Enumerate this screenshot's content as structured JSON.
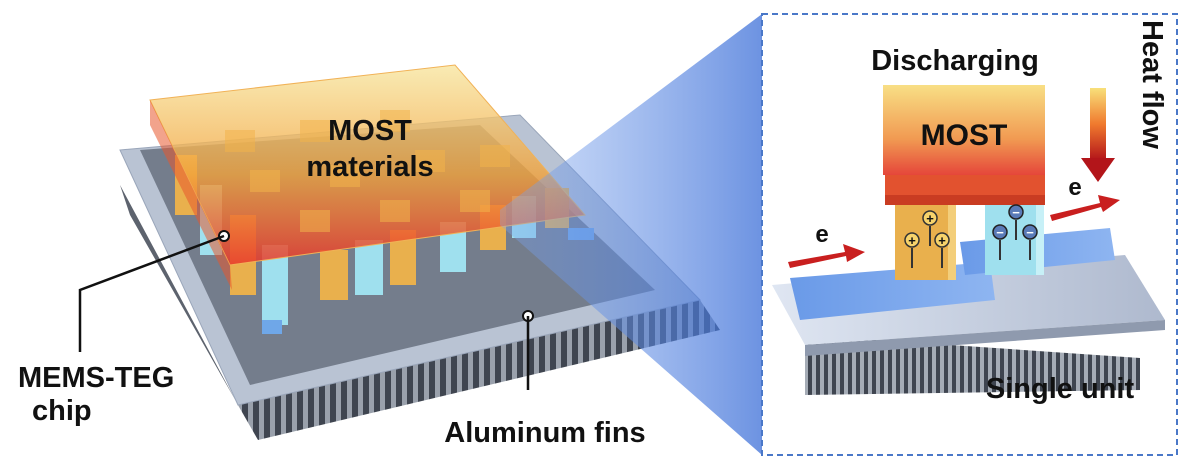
{
  "left_view": {
    "most_label_line1": "MOST",
    "most_label_line2": "materials",
    "chip_label_line1": "MEMS-TEG",
    "chip_label_line2": "chip",
    "fins_label": "Aluminum fins"
  },
  "right_view": {
    "mode_label": "Discharging",
    "most_block_label": "MOST",
    "heat_flow_label": "Heat flow",
    "electron_in_label": "e",
    "electron_out_label": "e",
    "unit_label": "Single unit",
    "p_carrier_symbol": "+",
    "n_carrier_symbol": "−"
  },
  "colors": {
    "most_hot": "#e8372b",
    "most_warm": "#f2a23a",
    "most_cool": "#f7e49a",
    "p_leg": "#e9b04d",
    "n_leg": "#9fe0ee",
    "substrate_blue": "#5f8fe6",
    "chip_gray": "#747d8c",
    "fins": "#7f8691",
    "arrow_red": "#c91f1f",
    "frame_dashed": "#4a78c8"
  }
}
